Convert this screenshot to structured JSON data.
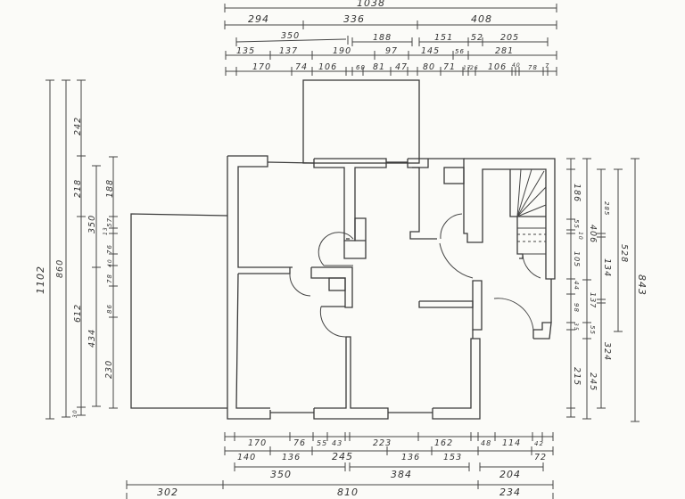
{
  "plan": {
    "top_dimensions": {
      "overall": "1038",
      "row1": [
        "294",
        "336",
        "408"
      ],
      "row2": [
        "350",
        "188",
        "151",
        "52",
        "205"
      ],
      "row3": [
        "135",
        "137",
        "190",
        "97",
        "145",
        "56",
        "281"
      ],
      "row4": [
        "170",
        "74",
        "106",
        "60",
        "81",
        "47",
        "80",
        "71",
        "17",
        "26",
        "106",
        "40",
        "78",
        "7"
      ]
    },
    "bottom_dimensions": {
      "row1": [
        "170",
        "76",
        "55",
        "43",
        "223",
        "162",
        "48",
        "114",
        "42"
      ],
      "row2": [
        "140",
        "136",
        "245",
        "136",
        "153",
        "72"
      ],
      "row3": [
        "350",
        "384",
        "204"
      ],
      "row4": [
        "302",
        "810",
        "234"
      ]
    },
    "left_dimensions": {
      "overall": "1102",
      "col2": "860",
      "col3": [
        "242",
        "218",
        "612",
        "30"
      ],
      "col4": [
        "350",
        "434"
      ],
      "col5": [
        "188",
        "57",
        "13",
        "76",
        "40",
        "78",
        "86",
        "230"
      ]
    },
    "right_dimensions": {
      "col1": [
        "186",
        "55",
        "10",
        "105",
        "44",
        "98",
        "35",
        "215"
      ],
      "col2": [
        "406",
        "137",
        "55",
        "245"
      ],
      "col3": [
        "285",
        "134",
        "324"
      ],
      "col4": "528",
      "col5": "843"
    }
  }
}
